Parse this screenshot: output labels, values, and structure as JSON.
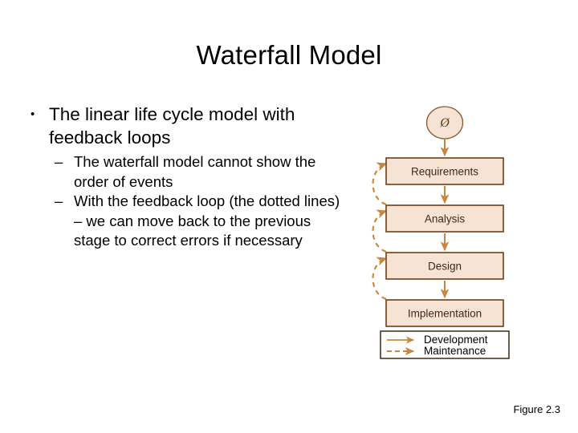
{
  "slide": {
    "title": "Waterfall Model",
    "background_color": "#ffffff",
    "caption": "Figure 2.3"
  },
  "body": {
    "bullets": [
      {
        "marker": "•",
        "text": "The linear life cycle model with feedback loops",
        "sub_bullets": [
          {
            "marker": "–",
            "text": "The waterfall model cannot show the order of events"
          },
          {
            "marker": "–",
            "text": "With the feedback loop (the dotted lines) – we can move back to the previous stage to correct errors if necessary"
          }
        ]
      }
    ]
  },
  "diagram": {
    "name": "waterfall-model-flowchart",
    "start_node": {
      "shape": "ellipse",
      "glyph": "Ø",
      "glyph_name": "empty-set-symbol"
    },
    "stages": [
      {
        "label": "Requirements"
      },
      {
        "label": "Analysis"
      },
      {
        "label": "Design"
      },
      {
        "label": "Implementation"
      }
    ],
    "feedback_arcs": [
      {
        "from": "Analysis",
        "to": "Requirements",
        "style": "dashed"
      },
      {
        "from": "Design",
        "to": "Analysis",
        "style": "dashed"
      },
      {
        "from": "Implementation",
        "to": "Design",
        "style": "dashed"
      }
    ],
    "legend": [
      {
        "label": "Development",
        "line_style": "solid"
      },
      {
        "label": "Maintenance",
        "line_style": "dashed"
      }
    ],
    "colors": {
      "box_fill": "#f7e3d3",
      "box_border": "#6b3f1a",
      "arrow": "#c8873f",
      "label_text": "#3d2a18",
      "legend_border": "#3a2a12"
    }
  }
}
